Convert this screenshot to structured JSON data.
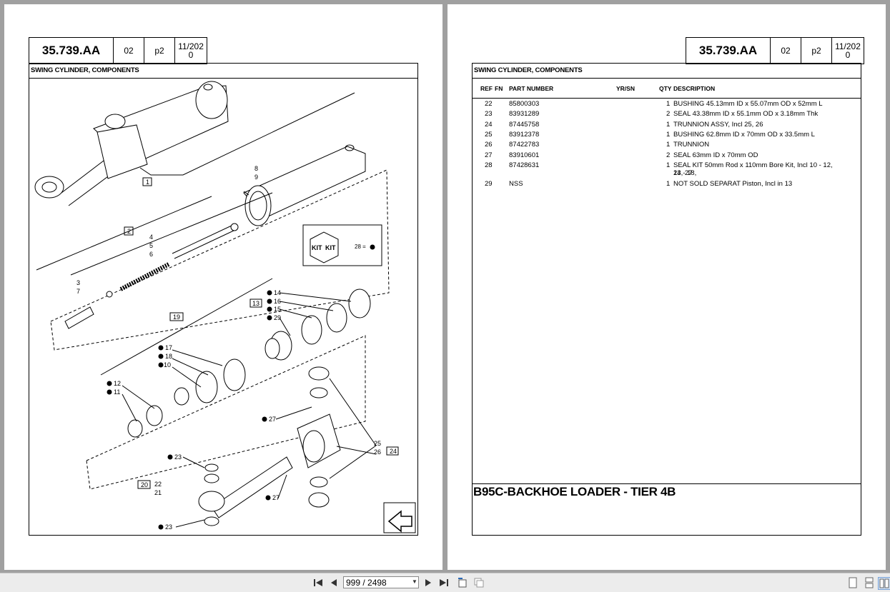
{
  "header": {
    "section_code": "35.739.AA",
    "col2": "02",
    "col3": "p2",
    "col4": "11/2020"
  },
  "section_title": "SWING CYLINDER, COMPONENTS",
  "diagram": {
    "callouts": [
      "1",
      "2",
      "3",
      "4",
      "5",
      "6",
      "7",
      "8",
      "9",
      "10",
      "11",
      "12",
      "13",
      "14",
      "15",
      "16",
      "17",
      "18",
      "19",
      "20",
      "21",
      "22",
      "23",
      "24",
      "25",
      "26",
      "27",
      "29"
    ],
    "kit_box": {
      "kit_label": "KIT",
      "legend": "28 ="
    }
  },
  "table": {
    "headers": {
      "ref": "REF",
      "fn": "FN",
      "part": "PART NUMBER",
      "yrsn": "YR/SN",
      "qty": "QTY",
      "desc": "DESCRIPTION"
    },
    "rows": [
      {
        "ref": "22",
        "part": "85800303",
        "qty": "1",
        "desc": "BUSHING 45.13mm ID x 55.07mm OD x 52mm L"
      },
      {
        "ref": "23",
        "part": "83931289",
        "qty": "2",
        "desc": "SEAL 43.38mm ID x 55.1mm OD x 3.18mm Thk"
      },
      {
        "ref": "24",
        "part": "87445758",
        "qty": "1",
        "desc": "TRUNNION  ASSY, Incl 25, 26"
      },
      {
        "ref": "25",
        "part": "83912378",
        "qty": "1",
        "desc": "BUSHING 62.8mm ID x 70mm OD x 33.5mm L"
      },
      {
        "ref": "26",
        "part": "87422783",
        "qty": "1",
        "desc": "TRUNNION"
      },
      {
        "ref": "27",
        "part": "83910601",
        "qty": "2",
        "desc": "SEAL 63mm ID x 70mm OD"
      },
      {
        "ref": "28",
        "part": "87428631",
        "qty": "1",
        "desc": "SEAL KIT 50mm Rod x 110mm Bore Kit, Incl 10 - 12, 14 - 18,",
        "desc2": "23, 27"
      },
      {
        "ref": "29",
        "part": "NSS",
        "qty": "1",
        "desc": "NOT SOLD SEPARAT  Piston, Incl in 13"
      }
    ]
  },
  "model_title": "B95C-BACKHOE LOADER - TIER 4B",
  "toolbar": {
    "page_value": "999 / 2498",
    "icons": [
      "first-page-icon",
      "prev-page-icon",
      "next-page-icon",
      "last-page-icon",
      "rotate-icon",
      "copy-icon",
      "single-page-icon",
      "continuous-page-icon",
      "two-page-icon"
    ]
  }
}
